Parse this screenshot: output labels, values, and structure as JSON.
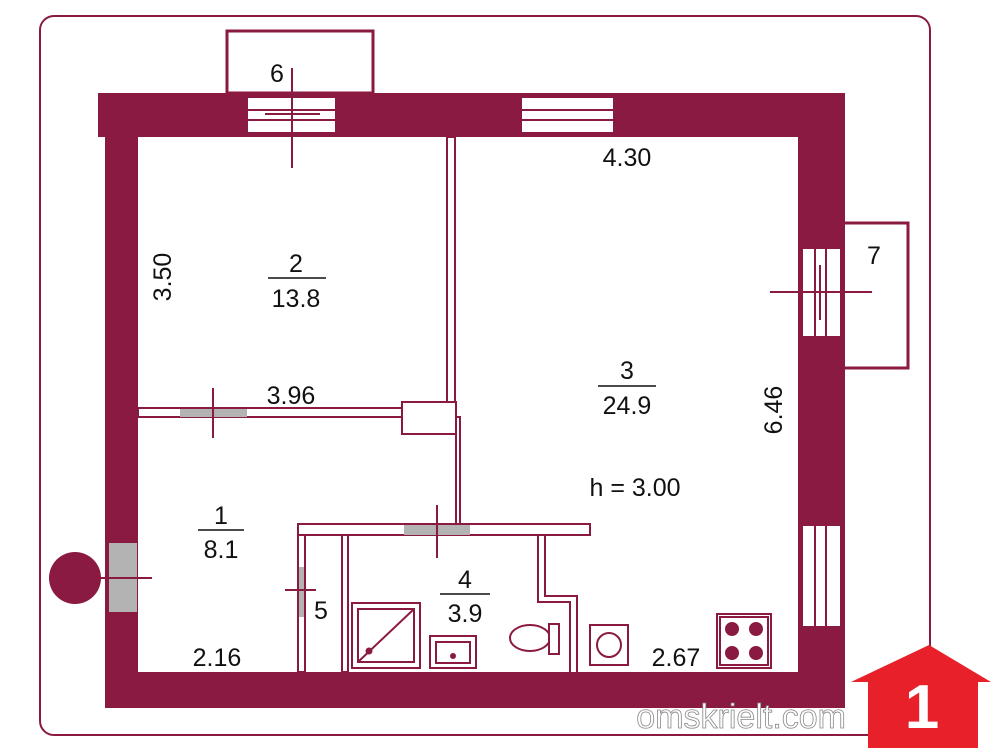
{
  "colors": {
    "wall": "#8b1a42",
    "door": "#b3b3b3",
    "logo": "#e8202a"
  },
  "rooms": [
    {
      "number": "1",
      "area": "8.1"
    },
    {
      "number": "2",
      "area": "13.8"
    },
    {
      "number": "3",
      "area": "24.9"
    },
    {
      "number": "4",
      "area": "3.9"
    },
    {
      "number": "5"
    },
    {
      "number": "6"
    },
    {
      "number": "7"
    }
  ],
  "dimensions": {
    "top_right": "4.30",
    "left_room2": "3.50",
    "room2_bottom": "3.96",
    "right_room3": "6.46",
    "bottom_room1": "2.16",
    "bottom_kitchen": "2.67"
  },
  "ceiling_height": "h = 3.00",
  "watermark": {
    "text": "omskrielt.com",
    "logo_digit": "1"
  }
}
